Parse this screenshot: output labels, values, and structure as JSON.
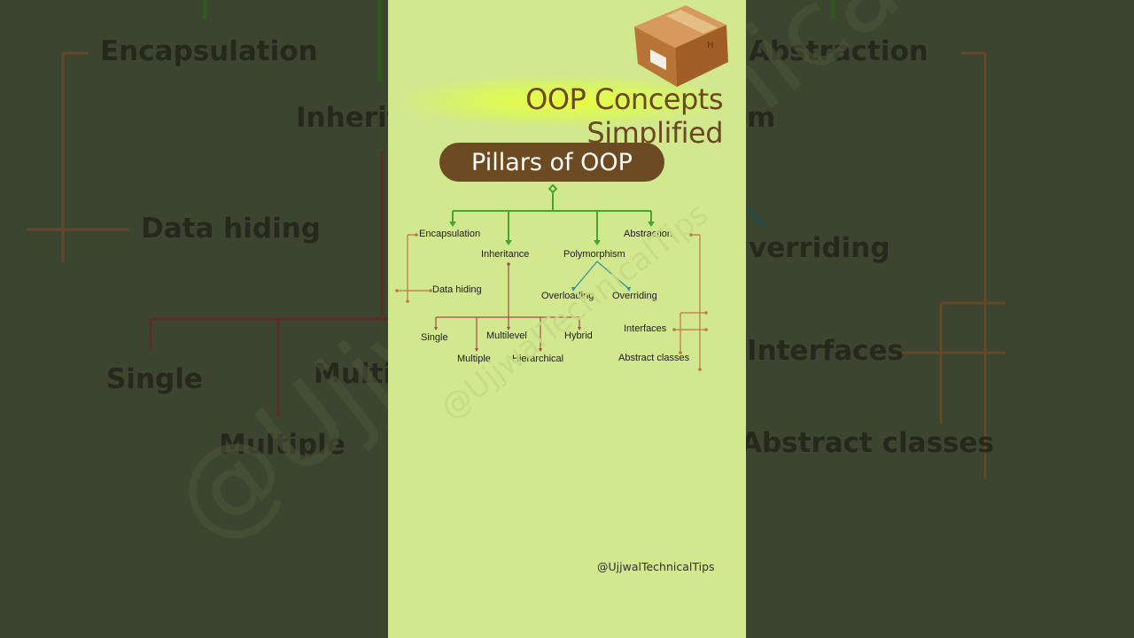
{
  "title": "OOP Concepts Simplified",
  "subtitle": "Pillars of OOP",
  "pillars": {
    "encapsulation": "Encapsulation",
    "inheritance": "Inheritance",
    "polymorphism": "Polymorphism",
    "abstraction": "Abstraction"
  },
  "encapsulation_children": [
    "Data hiding"
  ],
  "inheritance_children": [
    "Single",
    "Multiple",
    "Multilevel",
    "Hierarchical",
    "Hybrid"
  ],
  "polymorphism_children": [
    "Overloading",
    "Overriding"
  ],
  "abstraction_children": [
    "Interfaces",
    "Abstract classes"
  ],
  "handle": "@UjjwalTechnicalTips",
  "background_fragments": {
    "left": [
      "Encapsulation",
      "Inherit",
      "Data hiding",
      "Single",
      "Multipl",
      "Multiple"
    ],
    "right": [
      "Abstraction",
      "m",
      "verriding",
      "Interfaces",
      "Abstract classes"
    ]
  },
  "colors": {
    "panel": "#d2e88f",
    "title": "#6b4722",
    "pill": "#6d4b22",
    "green_connector": "#49a32c",
    "brown_connector": "#b97a3c",
    "red_connector": "#a44a4a",
    "teal_connector": "#2e8f9a"
  },
  "icons": [
    "cardboard-box-icon"
  ]
}
